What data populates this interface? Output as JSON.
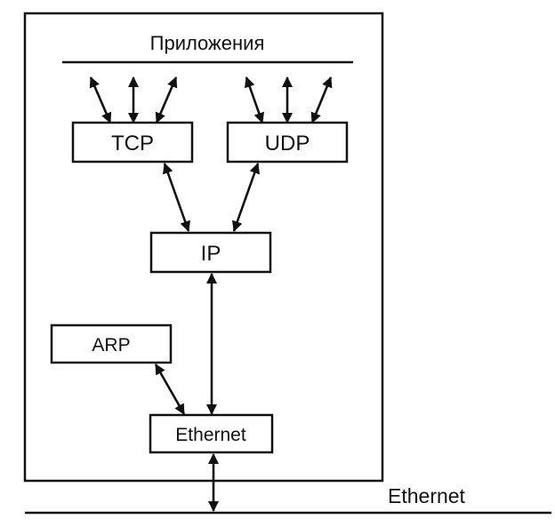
{
  "diagram": {
    "title": "Приложения",
    "modules": {
      "tcp": "TCP",
      "udp": "UDP",
      "ip": "IP",
      "arp": "ARP",
      "ethernet": "Ethernet"
    },
    "network_label": "Ethernet"
  }
}
